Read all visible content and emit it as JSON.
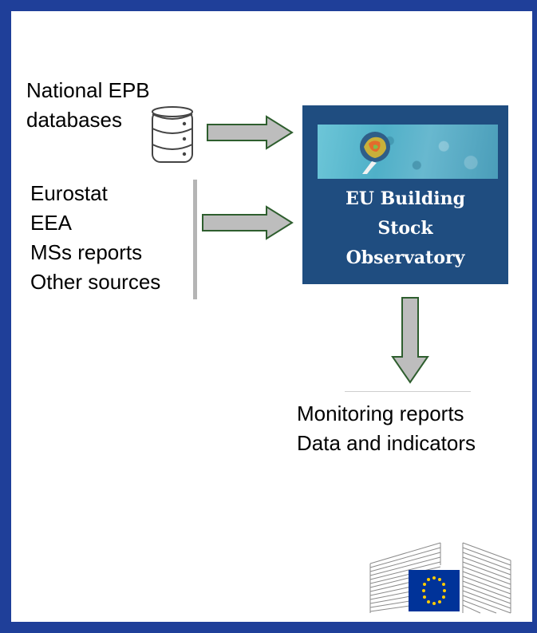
{
  "national": {
    "line1": "National EPB",
    "line2": "databases"
  },
  "sources": [
    "Eurostat",
    "EEA",
    "MSs reports",
    "Other sources"
  ],
  "observatory": {
    "line1": "EU Building",
    "line2": "Stock",
    "line3": "Observatory"
  },
  "outputs": [
    "Monitoring reports",
    "Data and indicators"
  ],
  "colors": {
    "frame": "#1f3f99",
    "observatory_box": "#1f4d80",
    "arrow_fill": "#bdbdbd",
    "arrow_stroke": "#2e5e2e",
    "eu_flag": "#003399",
    "eu_stars": "#ffcc00"
  },
  "icons": {
    "database": "database-icon",
    "logo": "european-commission-logo"
  }
}
